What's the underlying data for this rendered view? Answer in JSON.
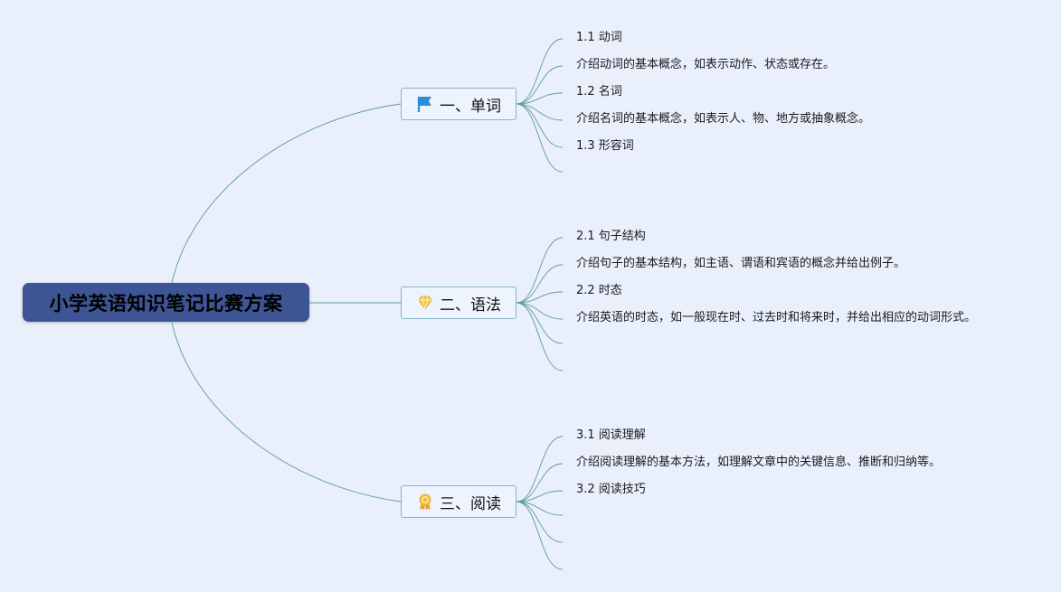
{
  "mindmap": {
    "root": "小学英语知识笔记比赛方案",
    "branches": [
      {
        "title": "一、单词",
        "icon": "flag-icon",
        "items": [
          "1.1 动词",
          "介绍动词的基本概念，如表示动作、状态或存在。",
          "1.2 名词",
          "介绍名词的基本概念，如表示人、物、地方或抽象概念。",
          "1.3 形容词",
          ""
        ]
      },
      {
        "title": "二、语法",
        "icon": "diamond-icon",
        "items": [
          "2.1 句子结构",
          "介绍句子的基本结构，如主语、谓语和宾语的概念并给出例子。",
          "2.2 时态",
          "介绍英语的时态，如一般现在时、过去时和将来时，并给出相应的动词形式。",
          "",
          ""
        ]
      },
      {
        "title": "三、阅读",
        "icon": "medal-icon",
        "items": [
          "3.1 阅读理解",
          "介绍阅读理解的基本方法，如理解文章中的关键信息、推断和归纳等。",
          "3.2 阅读技巧",
          "",
          "",
          ""
        ]
      }
    ]
  },
  "colors": {
    "background": "#e9f0fc",
    "root_fill": "#3e5595",
    "branch_border": "#8bb3c2",
    "connector": "#5f9a96",
    "flag": "#2b8fd6",
    "diamond": "#f2c84b",
    "medal": "#f0b73a"
  }
}
